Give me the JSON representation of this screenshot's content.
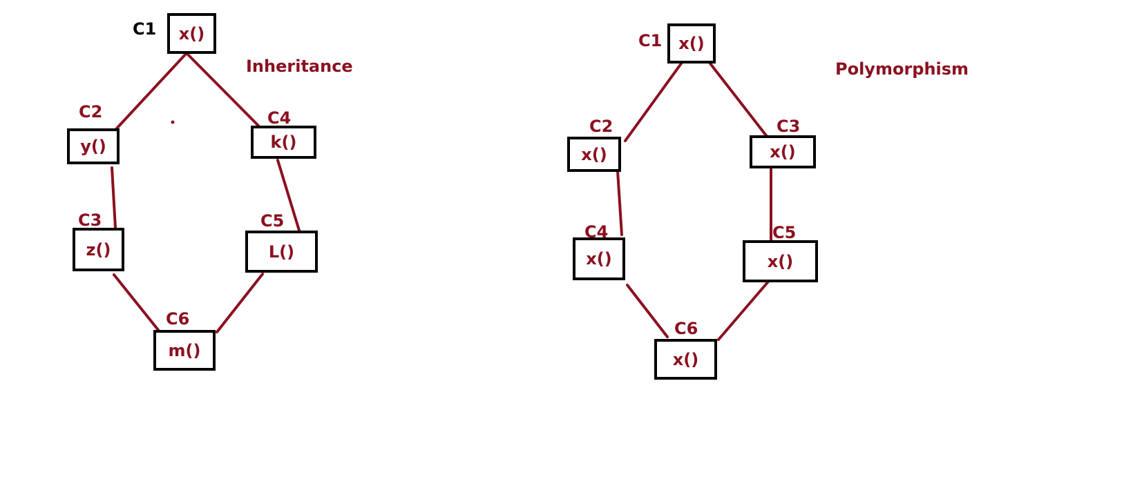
{
  "colors": {
    "accent": "#8b1020",
    "box_border": "#000000",
    "background": "#ffffff"
  },
  "inheritance": {
    "title": "Inheritance",
    "nodes": {
      "c1": {
        "class": "C1",
        "method": "x()"
      },
      "c2": {
        "class": "C2",
        "method": "y()"
      },
      "c3": {
        "class": "C3",
        "method": "z()"
      },
      "c4": {
        "class": "C4",
        "method": "k()"
      },
      "c5": {
        "class": "C5",
        "method": "L()"
      },
      "c6": {
        "class": "C6",
        "method": "m()"
      }
    }
  },
  "polymorphism": {
    "title": "Polymorphism",
    "nodes": {
      "c1": {
        "class": "C1",
        "method": "x()"
      },
      "c2": {
        "class": "C2",
        "method": "x()"
      },
      "c3": {
        "class": "C3",
        "method": "x()"
      },
      "c4": {
        "class": "C4",
        "method": "x()"
      },
      "c5": {
        "class": "C5",
        "method": "x()"
      },
      "c6": {
        "class": "C6",
        "method": "x()"
      }
    }
  }
}
